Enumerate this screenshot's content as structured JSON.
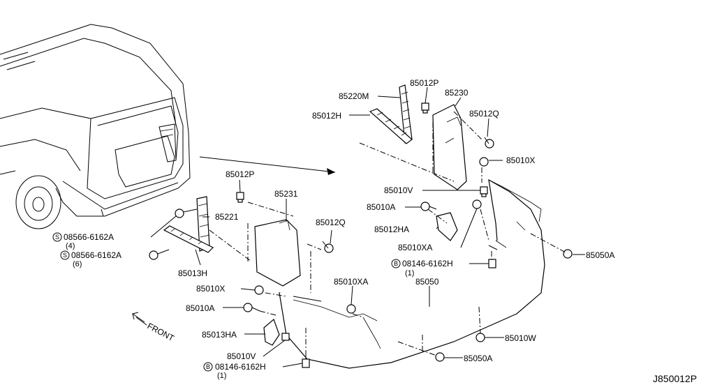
{
  "labels": {
    "p85220M": "85220M",
    "p85012H": "85012H",
    "p85012P_top": "85012P",
    "p85230": "85230",
    "p85012Q_top": "85012Q",
    "p85010X_top": "85010X",
    "p85010V_top": "85010V",
    "p85010A_mid": "85010A",
    "p85012HA": "85012HA",
    "p85010XA_mid": "85010XA",
    "p08146_right": "08146-6162H",
    "p08146_right_qty": "(1)",
    "p85050A_right": "85050A",
    "p85012P_left": "85012P",
    "p85231": "85231",
    "p85221": "85221",
    "p85012Q_left": "85012Q",
    "p08566_a": "08566-6162A",
    "p08566_a_qty": "(4)",
    "p08566_b": "08566-6162A",
    "p08566_b_qty": "(6)",
    "p85013H": "85013H",
    "p85010X_left": "85010X",
    "p85010XA_low": "85010XA",
    "p85050": "85050",
    "p85010A_left": "85010A",
    "p85013HA": "85013HA",
    "p85010V_left": "85010V",
    "p08146_left": "08146-6162H",
    "p08146_left_qty": "(1)",
    "p85010W": "85010W",
    "p85050A_low": "85050A",
    "front": "FRONT",
    "diagram_ref": "J850012P"
  },
  "symbols": {
    "screw_s": "S",
    "bolt_b": "B"
  }
}
